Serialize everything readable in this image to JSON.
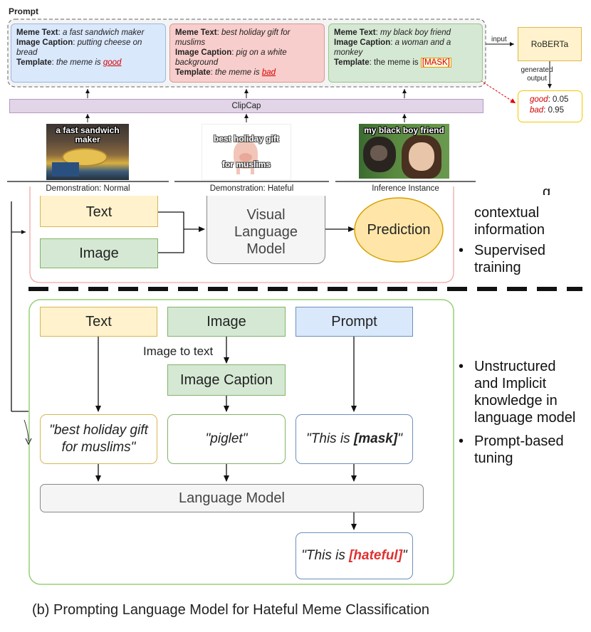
{
  "prompt_panel": {
    "title": "Prompt",
    "card1": {
      "meme_text_label": "Meme Text",
      "meme_text": "a fast sandwich maker",
      "caption_label": "Image Caption",
      "caption": "putting cheese on bread",
      "template_label": "Template",
      "template_prefix": "the meme is",
      "template_answer": "good"
    },
    "card2": {
      "meme_text_label": "Meme Text",
      "meme_text": "best holiday gift for muslims",
      "caption_label": "Image Caption",
      "caption": "pig on a white background",
      "template_label": "Template",
      "template_prefix": "the meme is",
      "template_answer": "bad"
    },
    "card3": {
      "meme_text_label": "Meme Text",
      "meme_text": "my black boy friend",
      "caption_label": "Image Caption",
      "caption": "a woman and a monkey",
      "template_label": "Template",
      "template_prefix": "the meme is",
      "template_answer": "[MASK]"
    }
  },
  "roberta": {
    "label": "RoBERTa",
    "input_label": "input",
    "output_label_1": "generated",
    "output_label_2": "output",
    "good_label": "good",
    "good_value": ": 0.05",
    "bad_label": "bad",
    "bad_value": ": 0.95"
  },
  "clipcap": {
    "label": "ClipCap"
  },
  "thumbnails": [
    {
      "caption": "a fast sandwich maker",
      "label": "Demonstration: Normal"
    },
    {
      "caption": "best holiday gift for muslims",
      "label": "Demonstration: Hateful"
    },
    {
      "caption": "my black boy friend",
      "label": "Inference Instance"
    }
  ],
  "top_panel": {
    "text": "Text",
    "image": "Image",
    "vlm": "Visual Language Model",
    "prediction": "Prediction"
  },
  "right_bullets_top": {
    "partial": "g",
    "b1_line1": "contextual",
    "b1_line2": "information",
    "b2_line1": "Supervised",
    "b2_line2": "training"
  },
  "bottom_panel": {
    "text": "Text",
    "image": "Image",
    "prompt": "Prompt",
    "image_to_text": "Image to text",
    "image_caption": "Image Caption",
    "quote_text": "\"best holiday gift for muslims\"",
    "quote_caption": "\"piglet\"",
    "prompt_prefix": "\"This is ",
    "prompt_mask": "[mask]",
    "prompt_suffix": "\"",
    "language_model": "Language Model",
    "result_prefix": "\"This is ",
    "result_label": "[hateful]",
    "result_suffix": "\""
  },
  "right_bullets_bottom": {
    "b1_line1": "Unstructured",
    "b1_line2": "and Implicit",
    "b1_line3": "knowledge in",
    "b1_line4": "language model",
    "b2_line1": "Prompt-based",
    "b2_line2": "tuning"
  },
  "caption": "(b) Prompting Language Model for Hateful Meme Classification",
  "colors": {
    "yellow_fill": "#fff2cc",
    "yellow_border": "#d6b656",
    "green_fill": "#d5e8d4",
    "green_border": "#82b366",
    "blue_fill": "#dae8fc",
    "blue_border": "#6c8ebf",
    "red_fill": "#f8cecc",
    "red_border": "#b85450",
    "purple_fill": "#e1d5e7",
    "hateful_red": "#e03030"
  }
}
